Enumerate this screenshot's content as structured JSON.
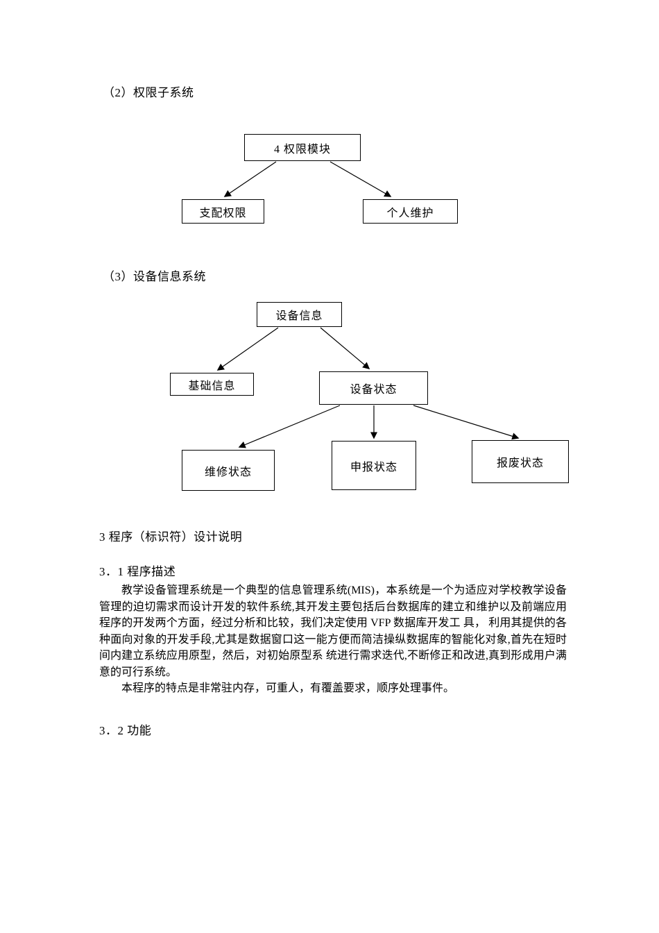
{
  "document": {
    "heading_2": "（2）权限子系统",
    "heading_3": "（3）设备信息系统",
    "section_3_title": "3 程序（标识符）设计说明",
    "section_3_1_title": "3．1 程序描述",
    "paragraph_1": "教学设备管理系统是一个典型的信息管理系统(MIS)，本系统是一个为适应对学校教学设备管理的迫切需求而设计开发的软件系统,其开发主要包括后台数据库的建立和维护以及前端应用程序的开发两个方面，经过分析和比较，我们决定使用 VFP 数据库开发工 具， 利用其提供的各种面向对象的开发手段,尤其是数据窗口这一能方便而简洁操纵数据库的智能化对象,首先在短时间内建立系统应用原型，然后，对初始原型系 统进行需求迭代,不断修正和改进,真到形成用户满意的可行系统。",
    "paragraph_2": "本程序的特点是非常驻内存，可重人，有覆盖要求，顺序处理事件。",
    "section_3_2_title": "3．2 功能"
  },
  "diagram_permission": {
    "root": "4 权限模块",
    "children": [
      "支配权限",
      "个人维护"
    ]
  },
  "diagram_equipment": {
    "root": "设备信息",
    "level1": [
      "基础信息",
      "设备状态"
    ],
    "level2": [
      "维修状态",
      "申报状态",
      "报废状态"
    ]
  }
}
